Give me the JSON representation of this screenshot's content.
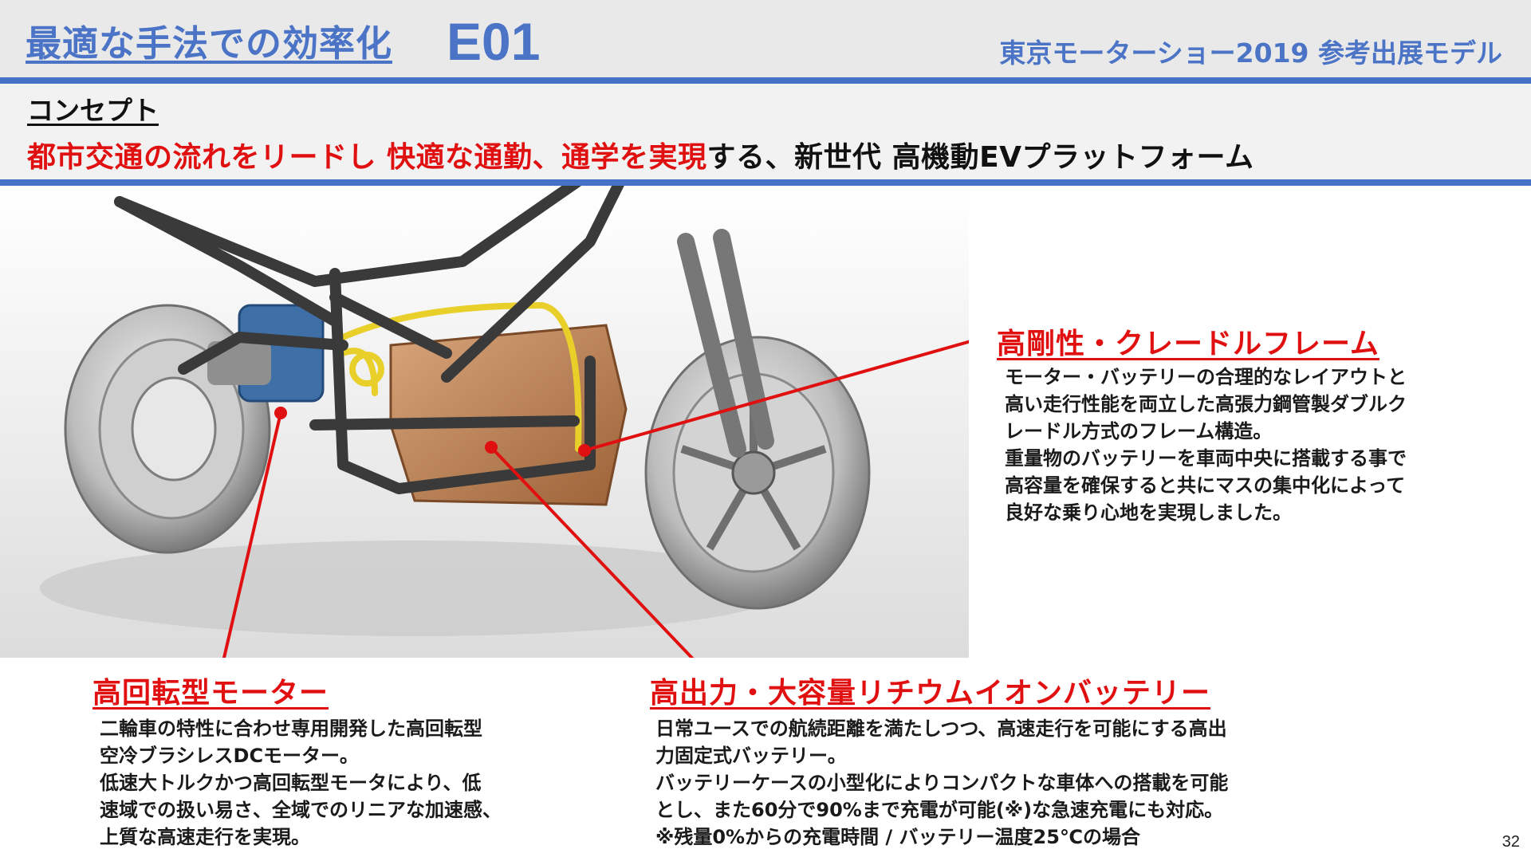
{
  "header": {
    "title": "最適な手法での効率化",
    "code": "E01",
    "event": "東京モーターショー2019 参考出展モデル"
  },
  "concept": {
    "label": "コンセプト",
    "text_red": "都市交通の流れをリードし 快適な通勤、通学を実現",
    "text_black": "する、新世代 高機動EVプラットフォーム"
  },
  "callouts": {
    "frame": {
      "heading": "高剛性・クレードルフレーム",
      "lines": [
        "モーター・バッテリーの合理的なレイアウトと",
        "高い走行性能を両立した高張力鋼管製ダブルク",
        "レードル方式のフレーム構造。",
        "重量物のバッテリーを車両中央に搭載する事で",
        "高容量を確保すると共にマスの集中化によって",
        "良好な乗り心地を実現しました。"
      ]
    },
    "motor": {
      "heading": "高回転型モーター",
      "lines": [
        "二輪車の特性に合わせ専用開発した高回転型",
        "空冷ブラシレスDCモーター。",
        "低速大トルクかつ高回転型モータにより、低",
        "速域での扱い易さ、全域でのリニアな加速感、",
        "上質な高速走行を実現。"
      ]
    },
    "battery": {
      "heading": "高出力・大容量リチウムイオンバッテリー",
      "lines": [
        "日常ユースでの航続距離を満たしつつ、高速走行を可能にする高出",
        "力固定式バッテリー。",
        "バッテリーケースの小型化によりコンパクトな車体への搭載を可能",
        "とし、また60分で90%まで充電が可能(※)な急速充電にも対応。",
        "※残量0%からの充電時間 / バッテリー温度25℃の場合"
      ]
    }
  },
  "page_number": "32",
  "colors": {
    "accent_blue": "#4472c4",
    "title_blue": "#4b74c6",
    "callout_red": "#e01010",
    "battery_brown": "#b77a4c",
    "wiring_yellow": "#e8cf2a",
    "motor_blue": "#3e6fa6"
  },
  "icons": [
    "electric-motorcycle-chassis-illustration"
  ]
}
